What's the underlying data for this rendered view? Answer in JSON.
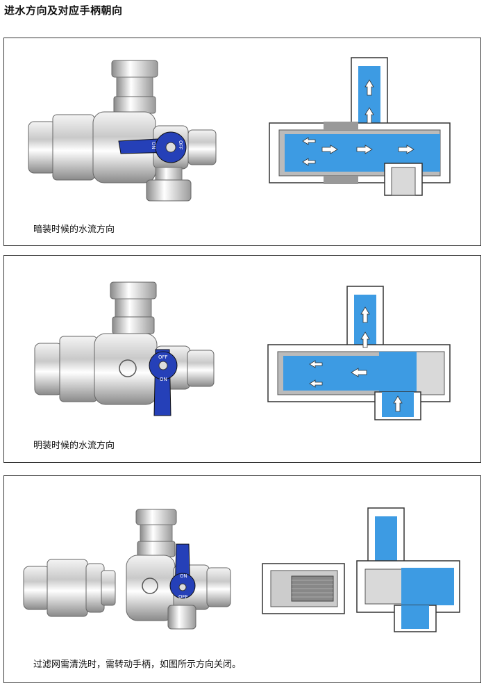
{
  "page": {
    "title": "进水方向及对应手柄朝向"
  },
  "panels": [
    {
      "caption": "暗装时候的水流方向",
      "handle_marks": [
        "OFF",
        "ON"
      ]
    },
    {
      "caption": "明装时候的水流方向",
      "handle_marks": [
        "OFF",
        "ON"
      ]
    },
    {
      "caption": "过滤网需清洗时，需转动手柄，如图所示方向关闭。",
      "handle_marks": [
        "ON",
        "OFF"
      ]
    }
  ],
  "colors": {
    "water": "#3d9be3",
    "handle": "#2540b8",
    "metal": "#c9c9c9",
    "outline": "#333333"
  }
}
